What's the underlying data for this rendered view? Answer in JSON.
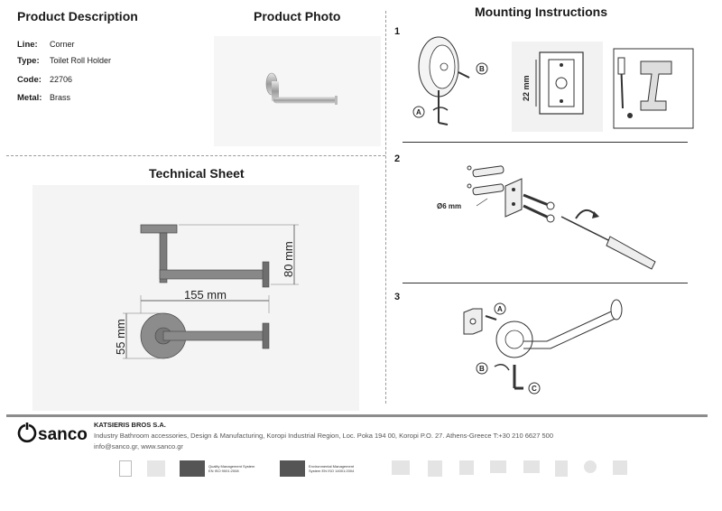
{
  "product": {
    "title": "Product Description",
    "specs": [
      {
        "label": "Line:",
        "value": "Corner"
      },
      {
        "label": "Type:",
        "value": "Toilet Roll Holder"
      },
      {
        "label": "Code:",
        "value": "22706"
      },
      {
        "label": "Metal:",
        "value": "Brass"
      }
    ]
  },
  "photo": {
    "title": "Product Photo"
  },
  "technical": {
    "title": "Technical Sheet",
    "dims": {
      "height": "80 mm",
      "length": "155 mm",
      "diameter": "55 mm"
    }
  },
  "mounting": {
    "title": "Mounting Instructions",
    "steps": [
      {
        "number": "1",
        "labels": {
          "a": "A",
          "b": "B",
          "size": "22 mm"
        }
      },
      {
        "number": "2",
        "labels": {
          "drill": "Ø6 mm"
        }
      },
      {
        "number": "3",
        "labels": {
          "a": "A",
          "b": "B",
          "c": "C"
        }
      }
    ]
  },
  "footer": {
    "logo": "sanco",
    "company_name": "KATSIERIS BROS S.A.",
    "company_line": "Industry Bathroom accessories, Design & Manufacturing, Koropi Industrial Region, Loc. Poka 194 00, Koropi P.O. 27. Athens-Greece   T:+30 210 6627 500",
    "contact": "info@sanco.gr, www.sanco.gr",
    "certs": [
      "Quality Management System EN ISO 9001:2008",
      "Environmental Management System EN ISO 14001:2004"
    ]
  },
  "colors": {
    "divider": "#8c8c8c",
    "text": "#1a1a1a",
    "panel": "#f4f4f4"
  }
}
